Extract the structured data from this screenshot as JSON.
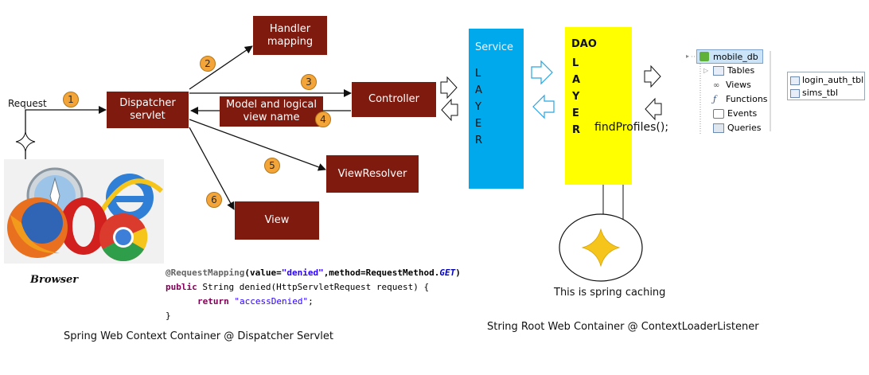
{
  "mvc": {
    "request_label": "Request",
    "dispatcher": "Dispatcher servlet",
    "handler_mapping": "Handler mapping",
    "controller": "Controller",
    "model_view": "Model and logical view name",
    "view_resolver": "ViewResolver",
    "view": "View",
    "steps": [
      "1",
      "2",
      "3",
      "4",
      "5",
      "6"
    ],
    "browser_label": "Browser",
    "caption": "Spring Web Context Container @ Dispatcher Servlet"
  },
  "code": {
    "annotation": "@RequestMapping",
    "open": "(value=",
    "value": "\"denied\"",
    "method_part": ",method=RequestMethod.",
    "method_value": "GET",
    "close": ")",
    "public_kw": "public",
    "signature": " String denied(HttpServletRequest request) {",
    "return_kw": "return",
    "return_value": "\"accessDenied\"",
    "semicolon": ";",
    "brace": "}"
  },
  "service": {
    "title": "Service",
    "letters": [
      "L",
      "A",
      "Y",
      "E",
      "R"
    ],
    "color": "#00a8ec"
  },
  "dao": {
    "title": "DAO",
    "letters": [
      "L",
      "A",
      "Y",
      "E",
      "R"
    ],
    "method": "findProfiles();",
    "color": "#ffff00"
  },
  "cache": {
    "label": "This is spring caching",
    "star_color": "#f5c51c"
  },
  "root_caption": "String Root Web Container @ ContextLoaderListener",
  "db": {
    "name": "mobile_db",
    "items": [
      "Tables",
      "Views",
      "Functions",
      "Events",
      "Queries"
    ],
    "tables": [
      "login_auth_tbl",
      "sims_tbl"
    ]
  },
  "colors": {
    "box": "#7f1a0f",
    "step": "#f3a53a"
  }
}
